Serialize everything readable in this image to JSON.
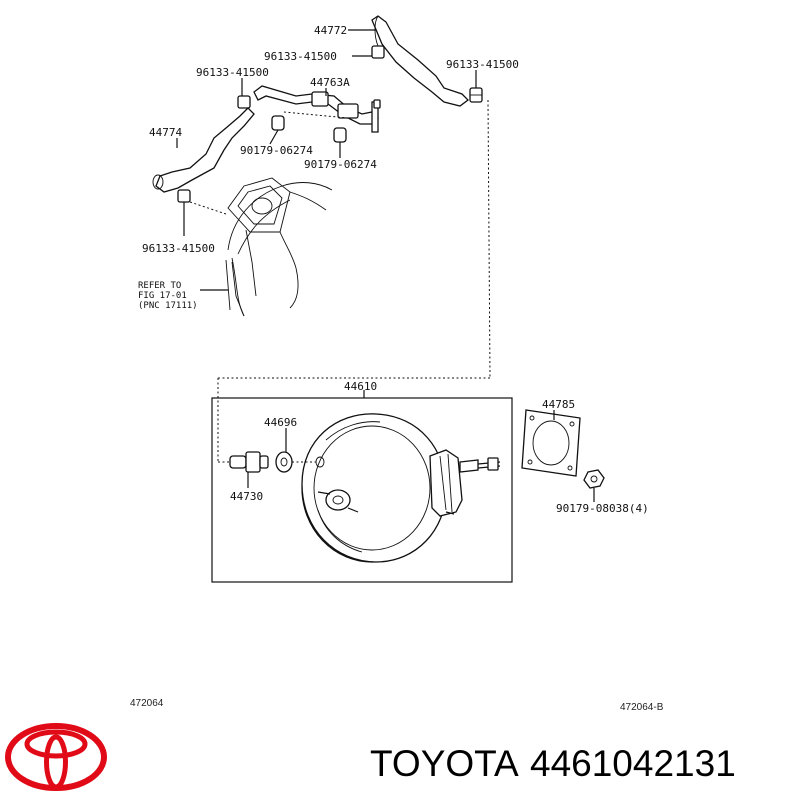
{
  "diagram": {
    "labels": {
      "p44772": "44772",
      "p96133_top": "96133-41500",
      "p96133_right": "96133-41500",
      "p96133_left": "96133-41500",
      "p44763A": "44763A",
      "p44774": "44774",
      "p90179_a": "90179-06274",
      "p90179_b": "90179-06274",
      "p96133_bottom": "96133-41500",
      "refer_1": "REFER TO",
      "refer_2": "FIG 17-01",
      "refer_3": "(PNC 17111)",
      "p44610": "44610",
      "p44696": "44696",
      "p44730": "44730",
      "p44785": "44785",
      "p90179_08038": "90179-08038(4)"
    },
    "ref_left": "472064",
    "ref_right": "472064-B"
  },
  "brand": {
    "name": "TOYOTA",
    "part_number": "4461042131",
    "logo_color": "#e10a17"
  }
}
